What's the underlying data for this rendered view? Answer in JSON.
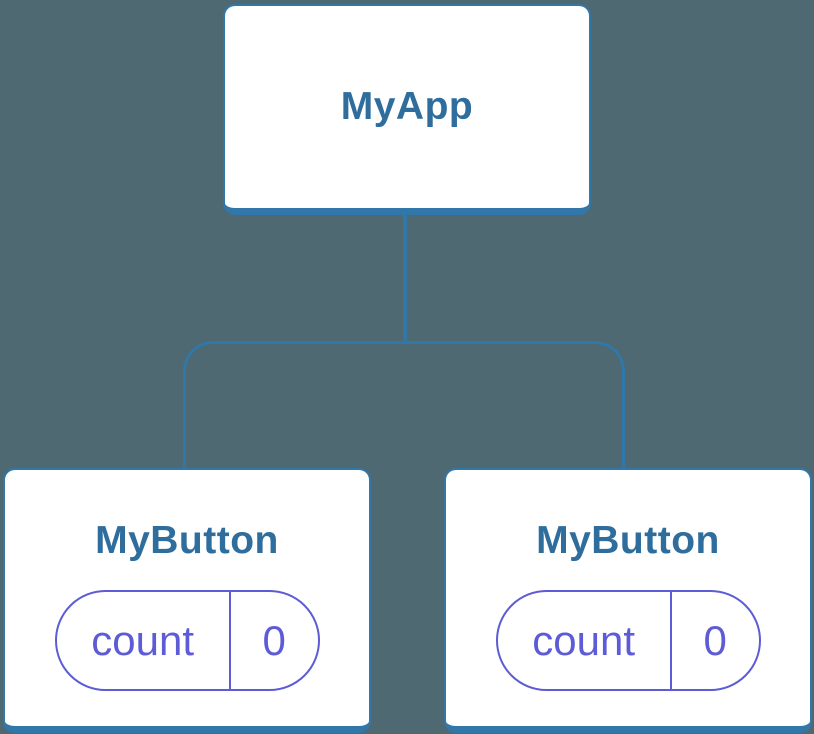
{
  "palette": {
    "bg": "#4E6972",
    "card_bg": "#FFFFFF",
    "line_blue": "#3177A9",
    "label_blue": "#2F6D9D",
    "state_purple": "#5D5CD6"
  },
  "diagram": {
    "type": "component-tree",
    "root": {
      "label": "MyApp"
    },
    "children": [
      {
        "label": "MyButton",
        "state": {
          "key": "count",
          "value": "0"
        }
      },
      {
        "label": "MyButton",
        "state": {
          "key": "count",
          "value": "0"
        }
      }
    ]
  }
}
